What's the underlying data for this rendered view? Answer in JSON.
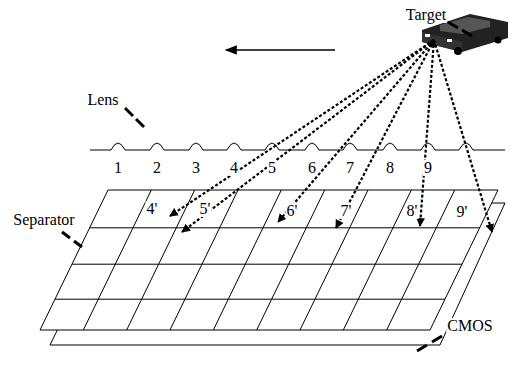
{
  "diagram": {
    "labels": [
      "Target",
      "Lens",
      "1",
      "2",
      "3",
      "4",
      "5",
      "6",
      "7",
      "8",
      "9",
      "4'",
      "5'",
      "6'",
      "7'",
      "8'",
      "9'",
      "Separator",
      "CMOS"
    ]
  }
}
